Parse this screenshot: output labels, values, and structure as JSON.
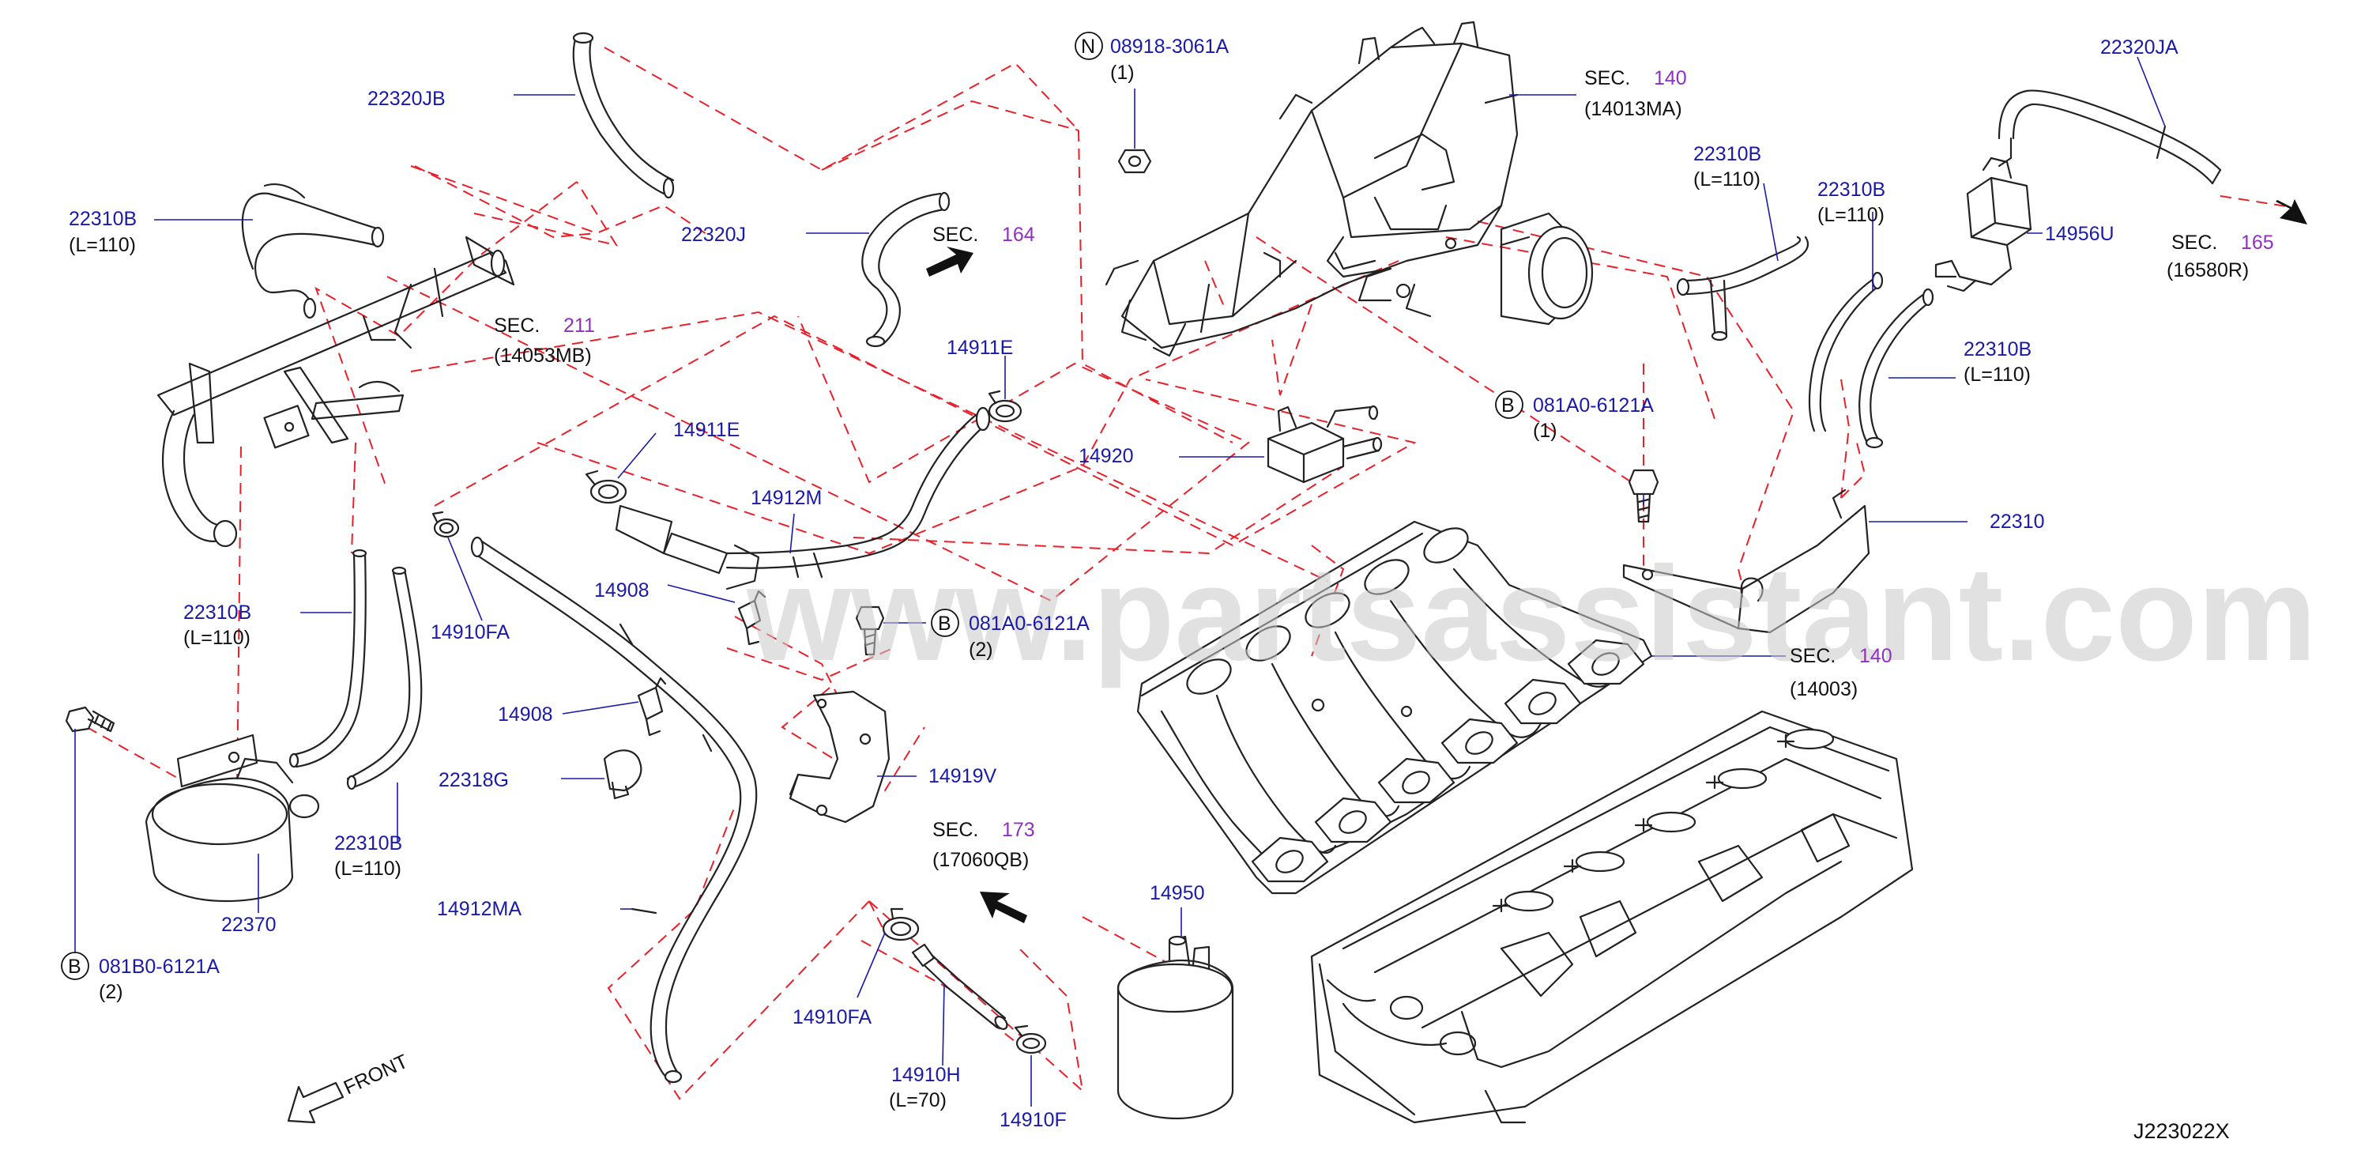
{
  "diagram_id": "J223022X",
  "watermark": "www.partsassistant.com",
  "front_label": "FRONT",
  "callouts": [
    {
      "code": "22320JB"
    },
    {
      "code": "22310B",
      "sub": "(L=110)"
    },
    {
      "code": "22320J"
    },
    {
      "code": "08918-3061A",
      "sub": "(1)",
      "circle": "N"
    },
    {
      "code": "22310B",
      "sub": "(L=110)"
    },
    {
      "code": "22310B",
      "sub": "(L=110)"
    },
    {
      "code": "22320JA"
    },
    {
      "code": "14956U"
    },
    {
      "code": "22310B",
      "sub": "(L=110)"
    },
    {
      "code": "14911E"
    },
    {
      "code": "14911E"
    },
    {
      "code": "14920"
    },
    {
      "code": "081A0-6121A",
      "sub": "(1)",
      "circle": "B"
    },
    {
      "code": "22310"
    },
    {
      "code": "14912M"
    },
    {
      "code": "14910FA"
    },
    {
      "code": "14908"
    },
    {
      "code": "081A0-6121A",
      "sub": "(2)",
      "circle": "B"
    },
    {
      "code": "22310B",
      "sub": "(L=110)"
    },
    {
      "code": "14908"
    },
    {
      "code": "22318G"
    },
    {
      "code": "14919V"
    },
    {
      "code": "22310B",
      "sub": "(L=110)"
    },
    {
      "code": "22370"
    },
    {
      "code": "14912MA"
    },
    {
      "code": "081B0-6121A",
      "sub": "(2)",
      "circle": "B"
    },
    {
      "code": "14950"
    },
    {
      "code": "14910FA"
    },
    {
      "code": "14910H",
      "sub": "(L=70)"
    },
    {
      "code": "14910F"
    }
  ],
  "section_refs": [
    {
      "prefix": "SEC.",
      "num": "140",
      "sub": "(14013MA)"
    },
    {
      "prefix": "SEC.",
      "num": "164"
    },
    {
      "prefix": "SEC.",
      "num": "211",
      "sub": "(14053MB)"
    },
    {
      "prefix": "SEC.",
      "num": "165",
      "sub": "(16580R)"
    },
    {
      "prefix": "SEC.",
      "num": "140",
      "sub": "(14003)"
    },
    {
      "prefix": "SEC.",
      "num": "173",
      "sub": "(17060QB)"
    }
  ],
  "colors": {
    "callout": "#1a1aa8",
    "section_number": "#9030c0",
    "dashed_guide": "#e8202a",
    "line_art": "#222222"
  }
}
